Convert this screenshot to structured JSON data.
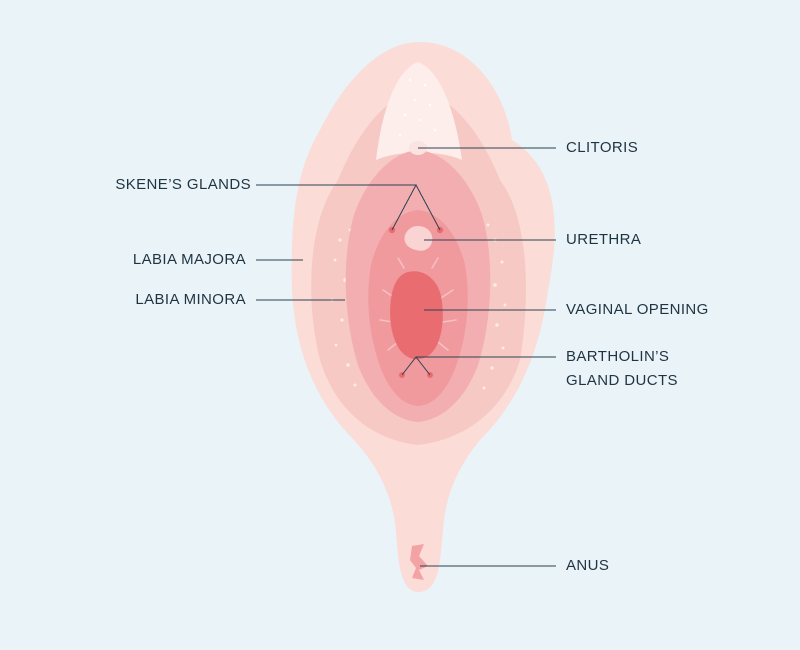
{
  "labels": {
    "clitoris": "CLITORIS",
    "skenes_glands": "SKENE’S GLANDS",
    "urethra": "URETHRA",
    "labia_majora": "LABIA MAJORA",
    "labia_minora": "LABIA MINORA",
    "vaginal_opening": "VAGINAL OPENING",
    "bartholins_gland_ducts_line1": "BARTHOLIN’S",
    "bartholins_gland_ducts_line2": "GLAND DUCTS",
    "anus": "ANUS"
  },
  "colors": {
    "background": "#eaf3f7",
    "outer_skin": "#fbdcd7",
    "labia_majora": "#f7c9c4",
    "labia_minora": "#f2aeb0",
    "vestibule": "#f09a9e",
    "vaginal_opening": "#e96c70",
    "leader_line": "#2b4252",
    "label_text": "#1f3442"
  }
}
